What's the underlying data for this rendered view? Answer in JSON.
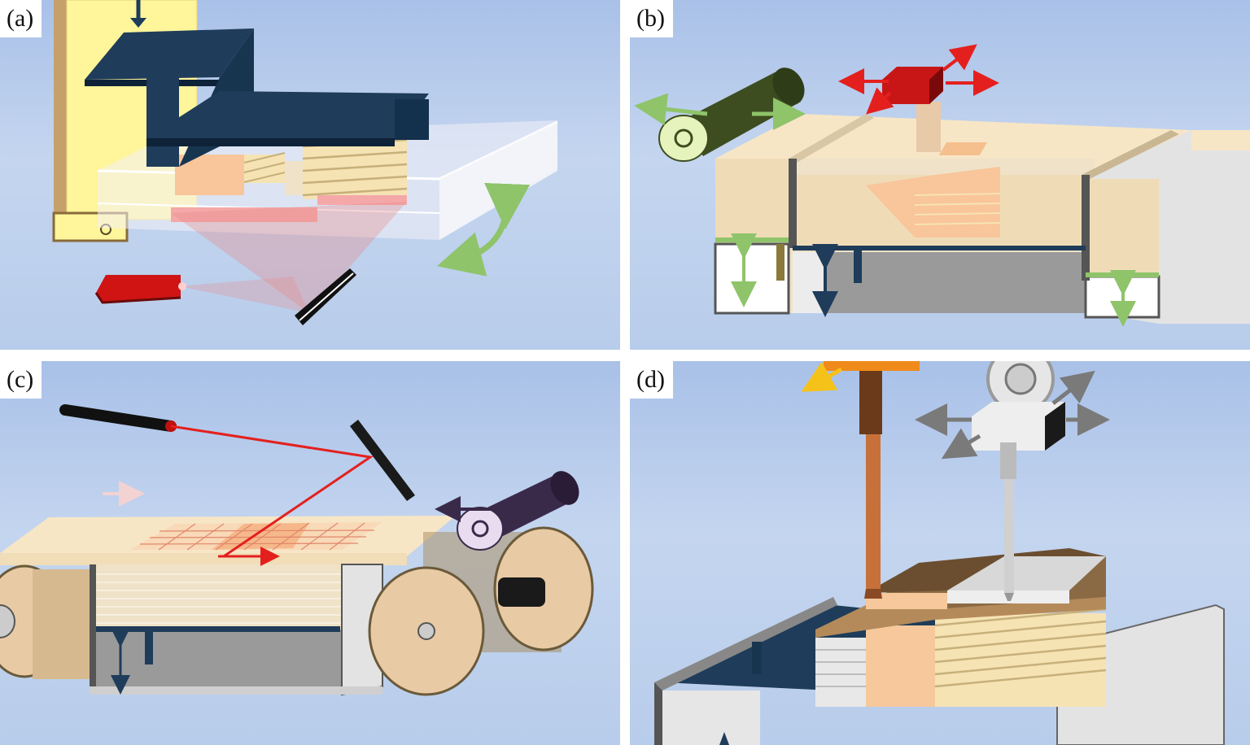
{
  "panels": [
    {
      "label": "(a)"
    },
    {
      "label": "(b)"
    },
    {
      "label": "(c)"
    },
    {
      "label": "(d)"
    }
  ],
  "colors": {
    "background": "#b8cdeb",
    "powder": "#f5e3c2",
    "part": "#f9c59a",
    "laser": "#e4201e",
    "platform": "#1f3c5a",
    "green_arrow": "#8fc46a",
    "dark_arrow": "#1f3c5a",
    "purple_roller": "#3a2a4a",
    "olive_roller": "#3d4d20",
    "frame_grey": "#d8d8d8",
    "yellow_frame": "#fff59a"
  }
}
